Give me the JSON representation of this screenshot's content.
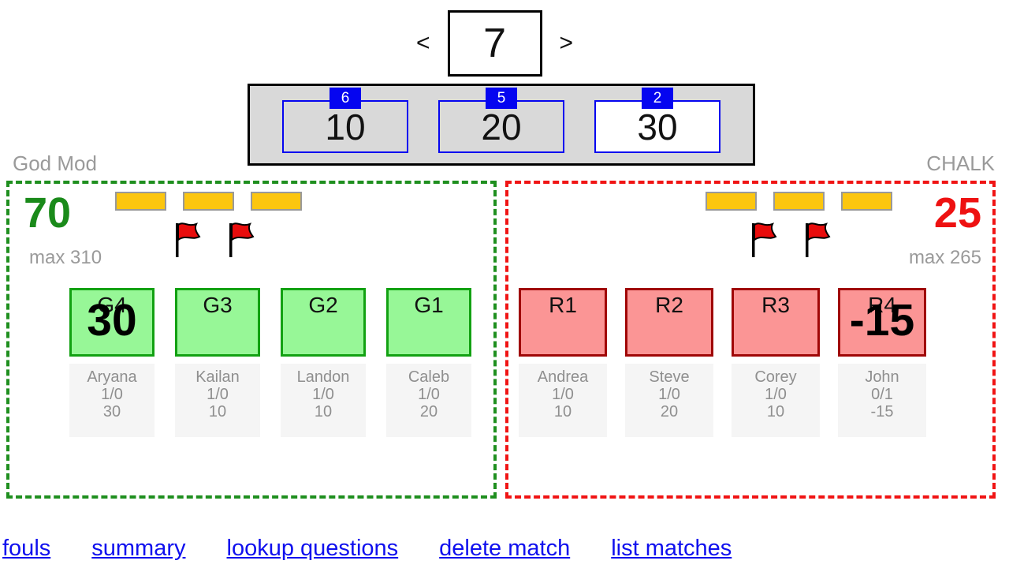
{
  "question_nav": {
    "prev": "<",
    "value": "7",
    "next": ">"
  },
  "point_options": {
    "items": [
      {
        "count": "6",
        "value": "10"
      },
      {
        "count": "5",
        "value": "20"
      },
      {
        "count": "2",
        "value": "30"
      }
    ]
  },
  "teams": [
    {
      "name": "God Mod",
      "score": "70",
      "max": "max 310",
      "bonus_bars": 3,
      "foul_flags": 2,
      "players": [
        {
          "id": "G4",
          "points": "30",
          "name": "Aryana",
          "record": "1/0",
          "total": "30"
        },
        {
          "id": "G3",
          "points": "",
          "name": "Kailan",
          "record": "1/0",
          "total": "10"
        },
        {
          "id": "G2",
          "points": "",
          "name": "Landon",
          "record": "1/0",
          "total": "10"
        },
        {
          "id": "G1",
          "points": "",
          "name": "Caleb",
          "record": "1/0",
          "total": "20"
        }
      ]
    },
    {
      "name": "CHALK",
      "score": "25",
      "max": "max 265",
      "bonus_bars": 3,
      "foul_flags": 2,
      "players": [
        {
          "id": "R1",
          "points": "",
          "name": "Andrea",
          "record": "1/0",
          "total": "10"
        },
        {
          "id": "R2",
          "points": "",
          "name": "Steve",
          "record": "1/0",
          "total": "20"
        },
        {
          "id": "R3",
          "points": "",
          "name": "Corey",
          "record": "1/0",
          "total": "10"
        },
        {
          "id": "R4",
          "points": "-15",
          "name": "John",
          "record": "0/1",
          "total": "-15"
        }
      ]
    }
  ],
  "footer_links": [
    {
      "label": "fouls"
    },
    {
      "label": "summary"
    },
    {
      "label": "lookup questions"
    },
    {
      "label": "delete match"
    },
    {
      "label": "list matches"
    }
  ],
  "colors": {
    "green_team_border": "#1f8f1f",
    "green_score": "#1a8a1a",
    "green_card_bg": "#97f797",
    "red_team_border": "#f01414",
    "red_score": "#ee1111",
    "red_card_bg": "#fb9595",
    "badge_blue": "#0505f0",
    "link_blue": "#0f0fee",
    "bar_yellow": "#fcc60f",
    "panel_gray": "#d9d9d9"
  }
}
